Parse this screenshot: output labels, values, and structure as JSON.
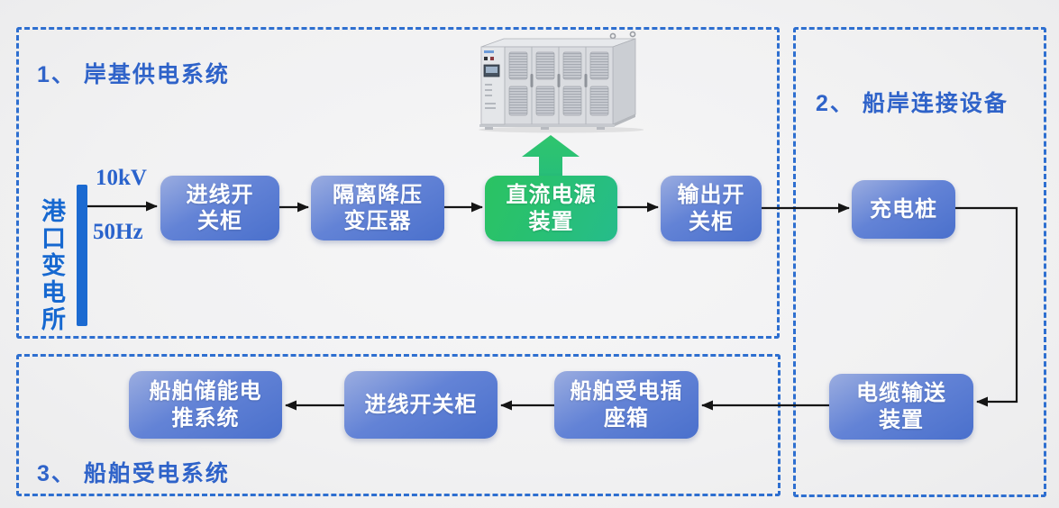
{
  "sections": {
    "s1": {
      "label": "1、 岸基供电系统"
    },
    "s2": {
      "label": "2、 船岸连接设备"
    },
    "s3": {
      "label": "3、 船舶受电系统"
    }
  },
  "source": {
    "name": "港口变电所",
    "voltage": "10kV",
    "frequency": "50Hz"
  },
  "flow_nodes": {
    "incoming_switchgear": {
      "line1": "进线开",
      "line2": "关柜"
    },
    "isolation_transformer": {
      "line1": "隔离降压",
      "line2": "变压器"
    },
    "dc_power_device": {
      "line1": "直流电源",
      "line2": "装置"
    },
    "output_switchgear": {
      "line1": "输出开",
      "line2": "关柜"
    },
    "charging_pile": {
      "line1": "充电桩"
    },
    "cable_conveyor": {
      "line1": "电缆输送",
      "line2": "装置"
    },
    "ship_socket_box": {
      "line1": "船舶受电插",
      "line2": "座箱"
    },
    "ship_incoming_switchgear": {
      "line1": "进线开关柜"
    },
    "ship_energy_propulsion": {
      "line1": "船舶储能电",
      "line2": "推系统"
    }
  },
  "colors": {
    "dashed_border": "#2e6fd0",
    "section_label_text": "#2f63c9",
    "node_blue_light": "#9bade0",
    "node_blue_dark": "#4a70cc",
    "node_green_left": "#2bc362",
    "node_green_right": "#26bc8b",
    "source_text": "#1668d0",
    "bus_bar": "#1b6ad1",
    "arrow": "#151515"
  }
}
